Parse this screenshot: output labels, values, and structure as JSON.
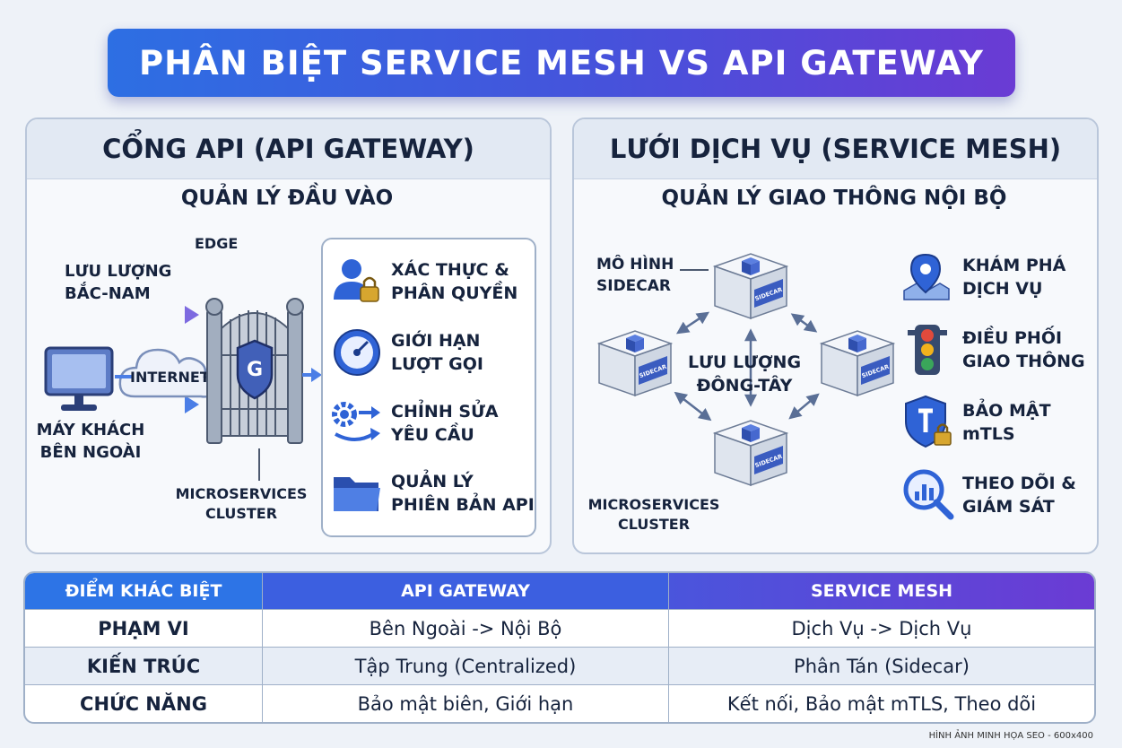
{
  "title": "PHÂN BIỆT SERVICE MESH VS API GATEWAY",
  "left_panel": {
    "heading": "CỔNG API (API GATEWAY)",
    "subheading": "QUẢN LÝ ĐẦU VÀO",
    "edge_label": "EDGE",
    "traffic_label": [
      "LƯU LƯỢNG",
      "BẮC-NAM"
    ],
    "internet_label": "INTERNET",
    "client_label": [
      "MÁY KHÁCH",
      "BÊN NGOÀI"
    ],
    "gate_letter": "G",
    "cluster_label": [
      "MICROSERVICES",
      "CLUSTER"
    ],
    "features": [
      {
        "icon": "user-lock-icon",
        "lines": [
          "XÁC THỰC &",
          "PHÂN QUYỀN"
        ]
      },
      {
        "icon": "speedometer-icon",
        "lines": [
          "GIỚI HẠN",
          "LƯỢT GỌI"
        ]
      },
      {
        "icon": "gear-arrows-icon",
        "lines": [
          "CHỈNH SỬA",
          "YÊU CẦU"
        ]
      },
      {
        "icon": "folder-icon",
        "lines": [
          "QUẢN LÝ",
          "PHIÊN BẢN API"
        ]
      }
    ]
  },
  "right_panel": {
    "heading": "LƯỚI DỊCH VỤ (SERVICE MESH)",
    "subheading": "QUẢN LÝ GIAO THÔNG NỘI BỘ",
    "sidecar_model_label": [
      "MÔ HÌNH",
      "SIDECAR"
    ],
    "traffic_label": [
      "LƯU LƯỢNG",
      "ĐÔNG-TÂY"
    ],
    "cluster_label": [
      "MICROSERVICES",
      "CLUSTER"
    ],
    "node_tag": "SIDECAR",
    "features": [
      {
        "icon": "map-pin-icon",
        "lines": [
          "KHÁM PHÁ",
          "DỊCH VỤ"
        ]
      },
      {
        "icon": "traffic-light-icon",
        "lines": [
          "ĐIỀU PHỐI",
          "GIAO THÔNG"
        ]
      },
      {
        "icon": "shield-lock-icon",
        "lines": [
          "BẢO MẬT",
          "mTLS"
        ]
      },
      {
        "icon": "magnifier-chart-icon",
        "lines": [
          "THEO DÕI &",
          "GIÁM SÁT"
        ]
      }
    ]
  },
  "comparison": {
    "headers": [
      "ĐIỂM KHÁC BIỆT",
      "API GATEWAY",
      "SERVICE MESH"
    ],
    "rows": [
      [
        "PHẠM VI",
        "Bên Ngoài -> Nội Bộ",
        "Dịch Vụ -> Dịch Vụ"
      ],
      [
        "KIẾN TRÚC",
        "Tập Trung (Centralized)",
        "Phân Tán (Sidecar)"
      ],
      [
        "CHỨC NĂNG",
        "Bảo mật biên, Giới hạn",
        "Kết nối, Bảo mật mTLS, Theo dõi"
      ]
    ]
  },
  "credit": "HÌNH ẢNH MINH HỌA SEO - 600x400",
  "colors": {
    "accent_blue": "#2d74e6",
    "accent_purple": "#6a3bd4",
    "navy": "#16233d",
    "icon_blue": "#2f63d6"
  }
}
